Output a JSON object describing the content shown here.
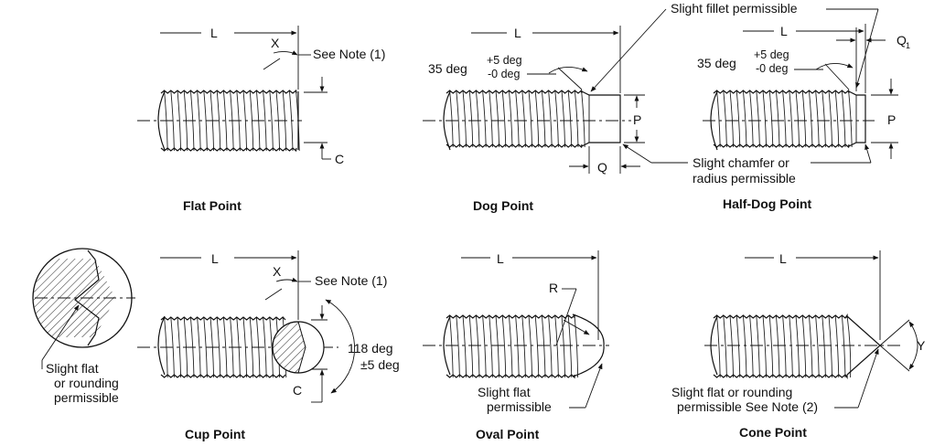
{
  "labels": {
    "L": "L",
    "X": "X",
    "C": "C",
    "P": "P",
    "Q": "Q",
    "Q1": "Q",
    "Q1_sub": "1",
    "R": "R",
    "Y": "Y",
    "see_note_1": "See Note (1)",
    "deg35": "35 deg",
    "plus5": "+5 deg",
    "minus0": "-0 deg",
    "slight_fillet": "Slight fillet permissible",
    "slight_chamfer_1": "Slight chamfer or",
    "slight_chamfer_2": "radius permissible",
    "deg118": "118 deg",
    "pm5": "±5 deg",
    "cup_note_1": "Slight flat",
    "cup_note_2": "or rounding",
    "cup_note_3": "permissible",
    "oval_note_1": "Slight flat",
    "oval_note_2": "permissible",
    "cone_note_1": "Slight flat or rounding",
    "cone_note_2": "permissible See Note (2)"
  },
  "captions": {
    "flat": "Flat Point",
    "dog": "Dog Point",
    "half_dog": "Half-Dog Point",
    "cup": "Cup Point",
    "oval": "Oval Point",
    "cone": "Cone Point"
  }
}
